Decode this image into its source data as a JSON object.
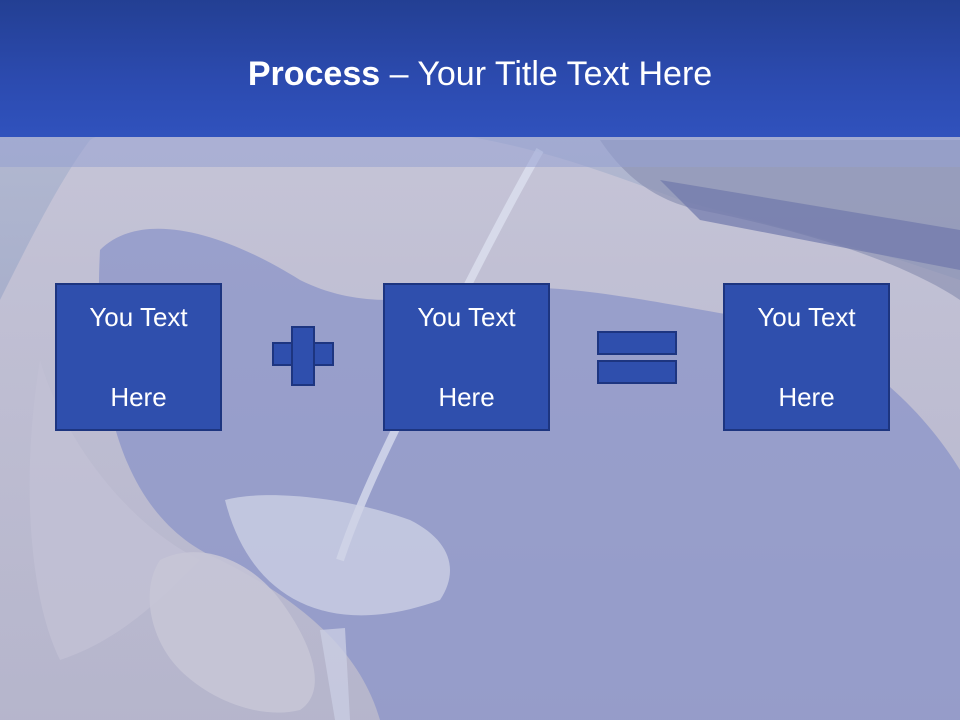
{
  "slide": {
    "title_bold": "Process",
    "title_rest": " – Your Title Text Here",
    "boxes": [
      {
        "line1": "You Text",
        "line2": "Here"
      },
      {
        "line1": "You Text",
        "line2": "Here"
      },
      {
        "line1": "You Text",
        "line2": "Here"
      }
    ],
    "operators": {
      "first": "plus-icon",
      "second": "equals-icon"
    }
  },
  "colors": {
    "header": "#2c4bb0",
    "box_fill": "#2f4fad",
    "box_border": "#1d3580",
    "text": "#ffffff"
  }
}
